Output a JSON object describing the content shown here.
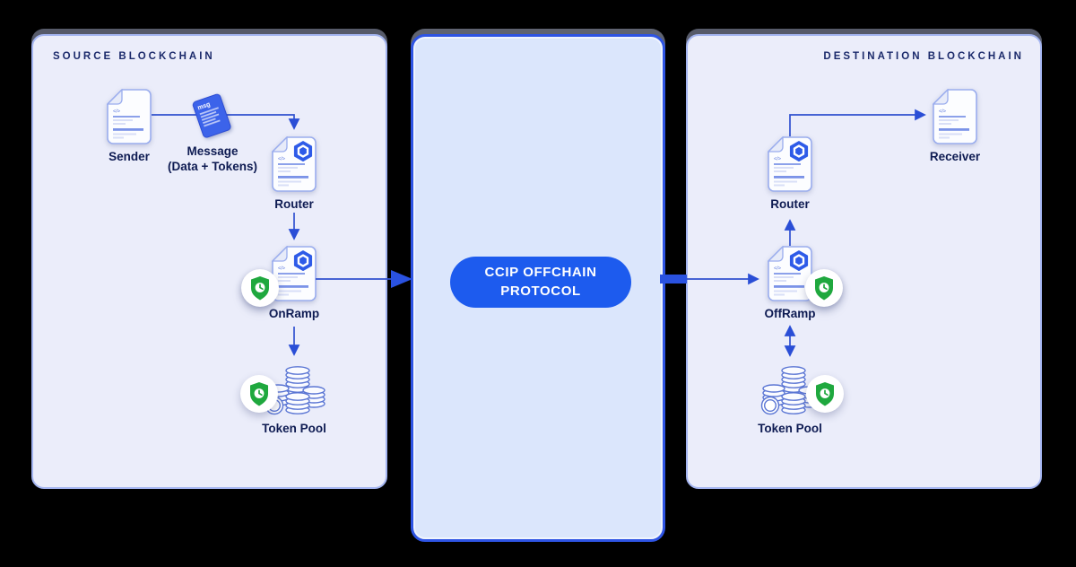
{
  "panels": {
    "source": {
      "title": "SOURCE BLOCKCHAIN"
    },
    "destination": {
      "title": "DESTINATION BLOCKCHAIN"
    }
  },
  "center_protocol": {
    "label": "CCIP OFFCHAIN PROTOCOL"
  },
  "doc_glyph": "</>",
  "nodes": {
    "sender": {
      "label": "Sender",
      "icon": "document-icon"
    },
    "message": {
      "line1": "Message",
      "line2": "(Data + Tokens)",
      "icon": "message-doc-icon",
      "icon_text": "msg"
    },
    "source_router": {
      "label": "Router",
      "icon": "document-chainlink-icon"
    },
    "onramp": {
      "label": "OnRamp",
      "icon": "document-chainlink-icon",
      "badge": "shield-clock-badge"
    },
    "source_token_pool": {
      "label": "Token Pool",
      "icon": "coin-stack-icon",
      "badge": "shield-clock-badge"
    },
    "dest_router": {
      "label": "Router",
      "icon": "document-chainlink-icon"
    },
    "receiver": {
      "label": "Receiver",
      "icon": "document-icon"
    },
    "offramp": {
      "label": "OffRamp",
      "icon": "document-chainlink-icon",
      "badge": "shield-clock-badge"
    },
    "dest_token_pool": {
      "label": "Token Pool",
      "icon": "coin-stack-icon",
      "badge": "shield-clock-badge"
    }
  },
  "colors": {
    "background": "#000000",
    "side_panel_fill": "#ebedfa",
    "side_panel_border": "#a3b4f0",
    "center_panel_fill": "#dbe6fc",
    "center_panel_border": "#2e54e4",
    "pill_fill": "#1d5bee",
    "pill_text": "#ffffff",
    "arrow": "#3051cf",
    "heading_text": "#1b2a6b",
    "label_text": "#0e1b52",
    "shield_green": "#1fa83e",
    "chainlink_blue": "#2e5be8",
    "message_doc_blue": "#3c63ea"
  }
}
